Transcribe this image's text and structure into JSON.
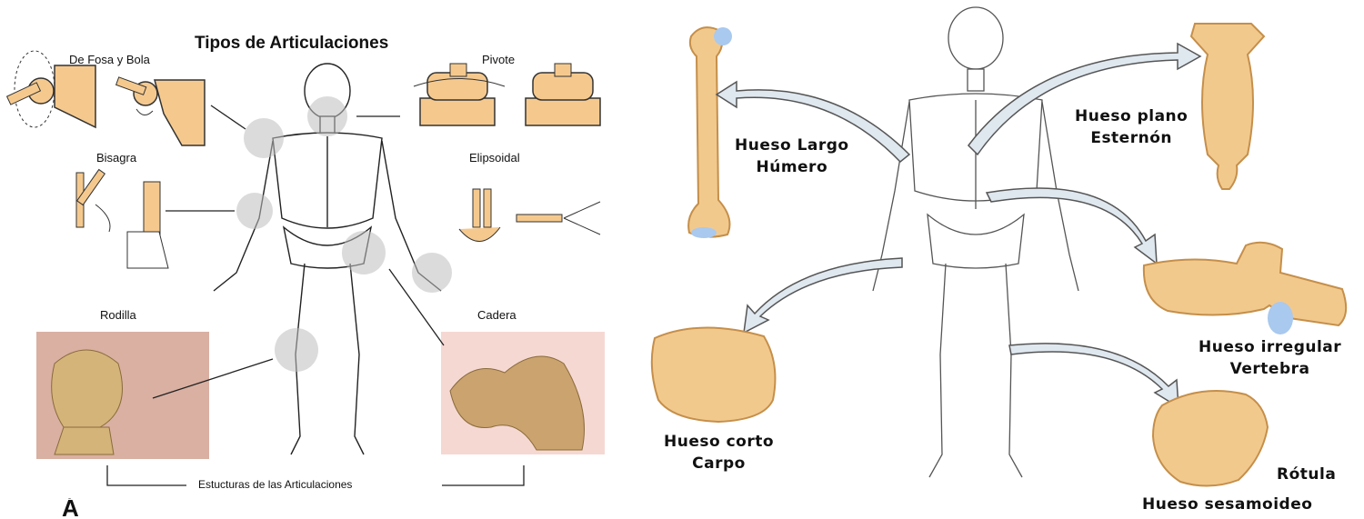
{
  "left_figure": {
    "title": "Tipos de Articulaciones",
    "labels": {
      "ball_socket": "De Fosa y Bola",
      "pivot": "Pivote",
      "hinge": "Bisagra",
      "ellipsoidal": "Elipsoidal",
      "knee": "Rodilla",
      "hip": "Cadera"
    },
    "footer": "Estucturas de las Articulaciones",
    "stray_letter": "Á"
  },
  "right_figure": {
    "labels": {
      "long_bone": [
        "Hueso Largo",
        "Húmero"
      ],
      "flat_bone": [
        "Hueso plano",
        "Esternón"
      ],
      "irregular_bone": [
        "Hueso irregular",
        "Vertebra"
      ],
      "short_bone": [
        "Hueso corto",
        "Carpo"
      ],
      "patella": "Rótula",
      "sesamoid": "Hueso sesamoideo"
    }
  },
  "colors": {
    "bone_fill": "#f2c98d",
    "bone_edge": "#c58f4a",
    "cartilage": "#a9c9ee",
    "joint_highlight": "#bdbdbd",
    "arrow_fill": "#dfe7ef"
  }
}
